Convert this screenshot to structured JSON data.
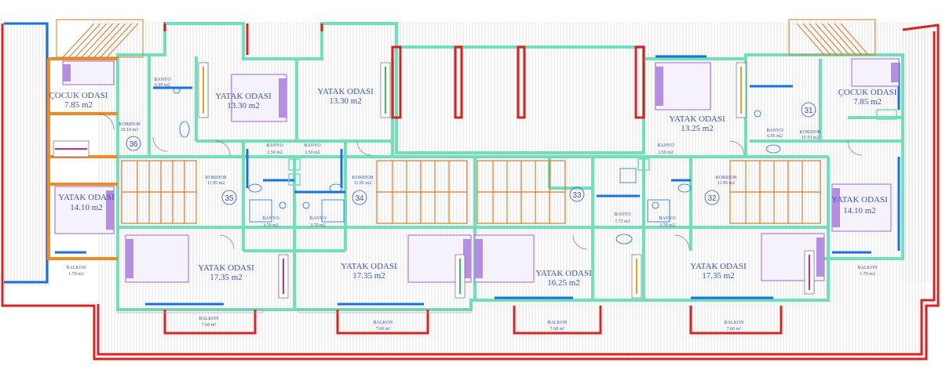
{
  "colors": {
    "wall_main": "#6fe0b9",
    "wall_orange": "#f08a24",
    "wall_red": "#e02020",
    "wall_blue": "#1570e0",
    "label": "#3a55b8",
    "stair": "#d87a2a",
    "bed": "#9b6ad0"
  },
  "rooms": [
    {
      "name": "ÇOCUK ODASI",
      "area": "7.85 m2"
    },
    {
      "name": "YATAK ODASI",
      "area": "13.30 m2"
    },
    {
      "name": "YATAK ODASI",
      "area": "13.30 m2"
    },
    {
      "name": "YATAK ODASI",
      "area": "13.25 m2"
    },
    {
      "name": "ÇOCUK ODASI",
      "area": "7.85 m2"
    },
    {
      "name": "YATAK ODASI",
      "area": "14.10 m2"
    },
    {
      "name": "YATAK ODASI",
      "area": "14.10 m2"
    },
    {
      "name": "YATAK ODASI",
      "area": "17.35 m2"
    },
    {
      "name": "YATAK ODASI",
      "area": "17.35 m2"
    },
    {
      "name": "YATAK ODASI",
      "area": "16.25 m2"
    },
    {
      "name": "YATAK ODASI",
      "area": "17.35 m2"
    }
  ],
  "small_labels": [
    {
      "name": "BANYO",
      "area": "6.95 m2"
    },
    {
      "name": "KORIDOR",
      "area": "10.10 m2"
    },
    {
      "name": "BANYO",
      "area": "3.50 m2"
    },
    {
      "name": "BANYO",
      "area": "3.50 m2"
    },
    {
      "name": "KORIDOR",
      "area": "11.95 m2"
    },
    {
      "name": "KORIDOR",
      "area": "11.95 m2"
    },
    {
      "name": "BANYO",
      "area": "3.70 m2"
    },
    {
      "name": "BANYO",
      "area": "3.70 m2"
    },
    {
      "name": "BANYO",
      "area": "7.75 m2"
    },
    {
      "name": "BANYO",
      "area": "3.50 m2"
    },
    {
      "name": "BANYO",
      "area": "3.70 m2"
    },
    {
      "name": "KORIDOR",
      "area": "11.95 m2"
    },
    {
      "name": "BANYO",
      "area": "6.95 m2"
    },
    {
      "name": "KORIDOR",
      "area": "10.10 m2"
    }
  ],
  "balconies": [
    {
      "name": "BALKON",
      "area": "1.70 m2"
    },
    {
      "name": "BALKON",
      "area": "7.60 m²"
    },
    {
      "name": "BALKON",
      "area": "7.60 m²"
    },
    {
      "name": "BALKON",
      "area": "7.60 m²"
    },
    {
      "name": "BALKON",
      "area": "7.60 m²"
    },
    {
      "name": "BALKON",
      "area": "1.70 m2"
    }
  ],
  "unit_numbers": [
    "36",
    "35",
    "34",
    "33",
    "32",
    "31"
  ]
}
